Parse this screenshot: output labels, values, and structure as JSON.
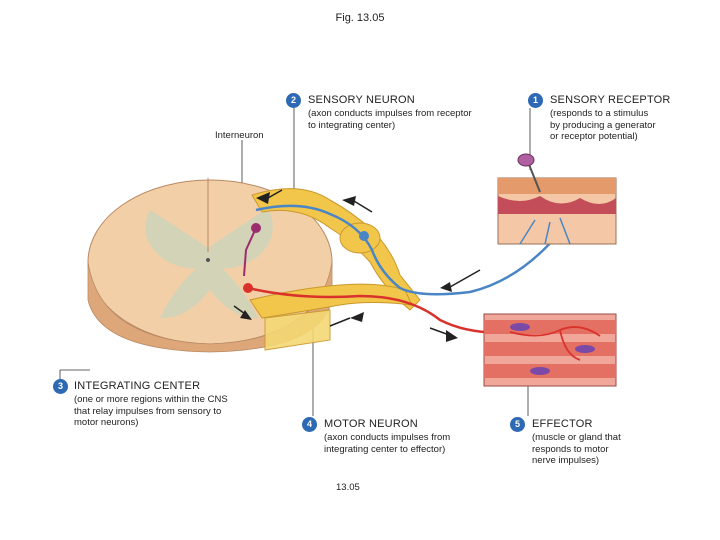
{
  "figure": {
    "title": "Fig. 13.05",
    "caption": "13.05"
  },
  "labels": [
    {
      "number": "1",
      "heading": "SENSORY RECEPTOR",
      "description": "(responds to a stimulus\nby producing a generator\nor receptor potential)"
    },
    {
      "number": "2",
      "heading": "SENSORY NEURON",
      "description": "(axon conducts impulses from receptor\nto integrating center)"
    },
    {
      "number": "3",
      "heading": "INTEGRATING CENTER",
      "description": "(one or more regions within the CNS\nthat relay impulses from sensory to\nmotor neurons)"
    },
    {
      "number": "4",
      "heading": "MOTOR NEURON",
      "description": "(axon conducts impulses from\nintegrating center to effector)"
    },
    {
      "number": "5",
      "heading": "EFFECTOR",
      "description": "(muscle or gland that\nresponds to motor\nnerve impulses)"
    }
  ],
  "interneuron_label": "Interneuron",
  "colors": {
    "badge": "#2e69b3",
    "sensory": "#4a86c5",
    "motor": "#d9312b",
    "interneuron": "#9b2d6e",
    "nerve": "#f2c64a",
    "cord": "#f3cfa8",
    "gray_matter": "#cfd3b8"
  }
}
